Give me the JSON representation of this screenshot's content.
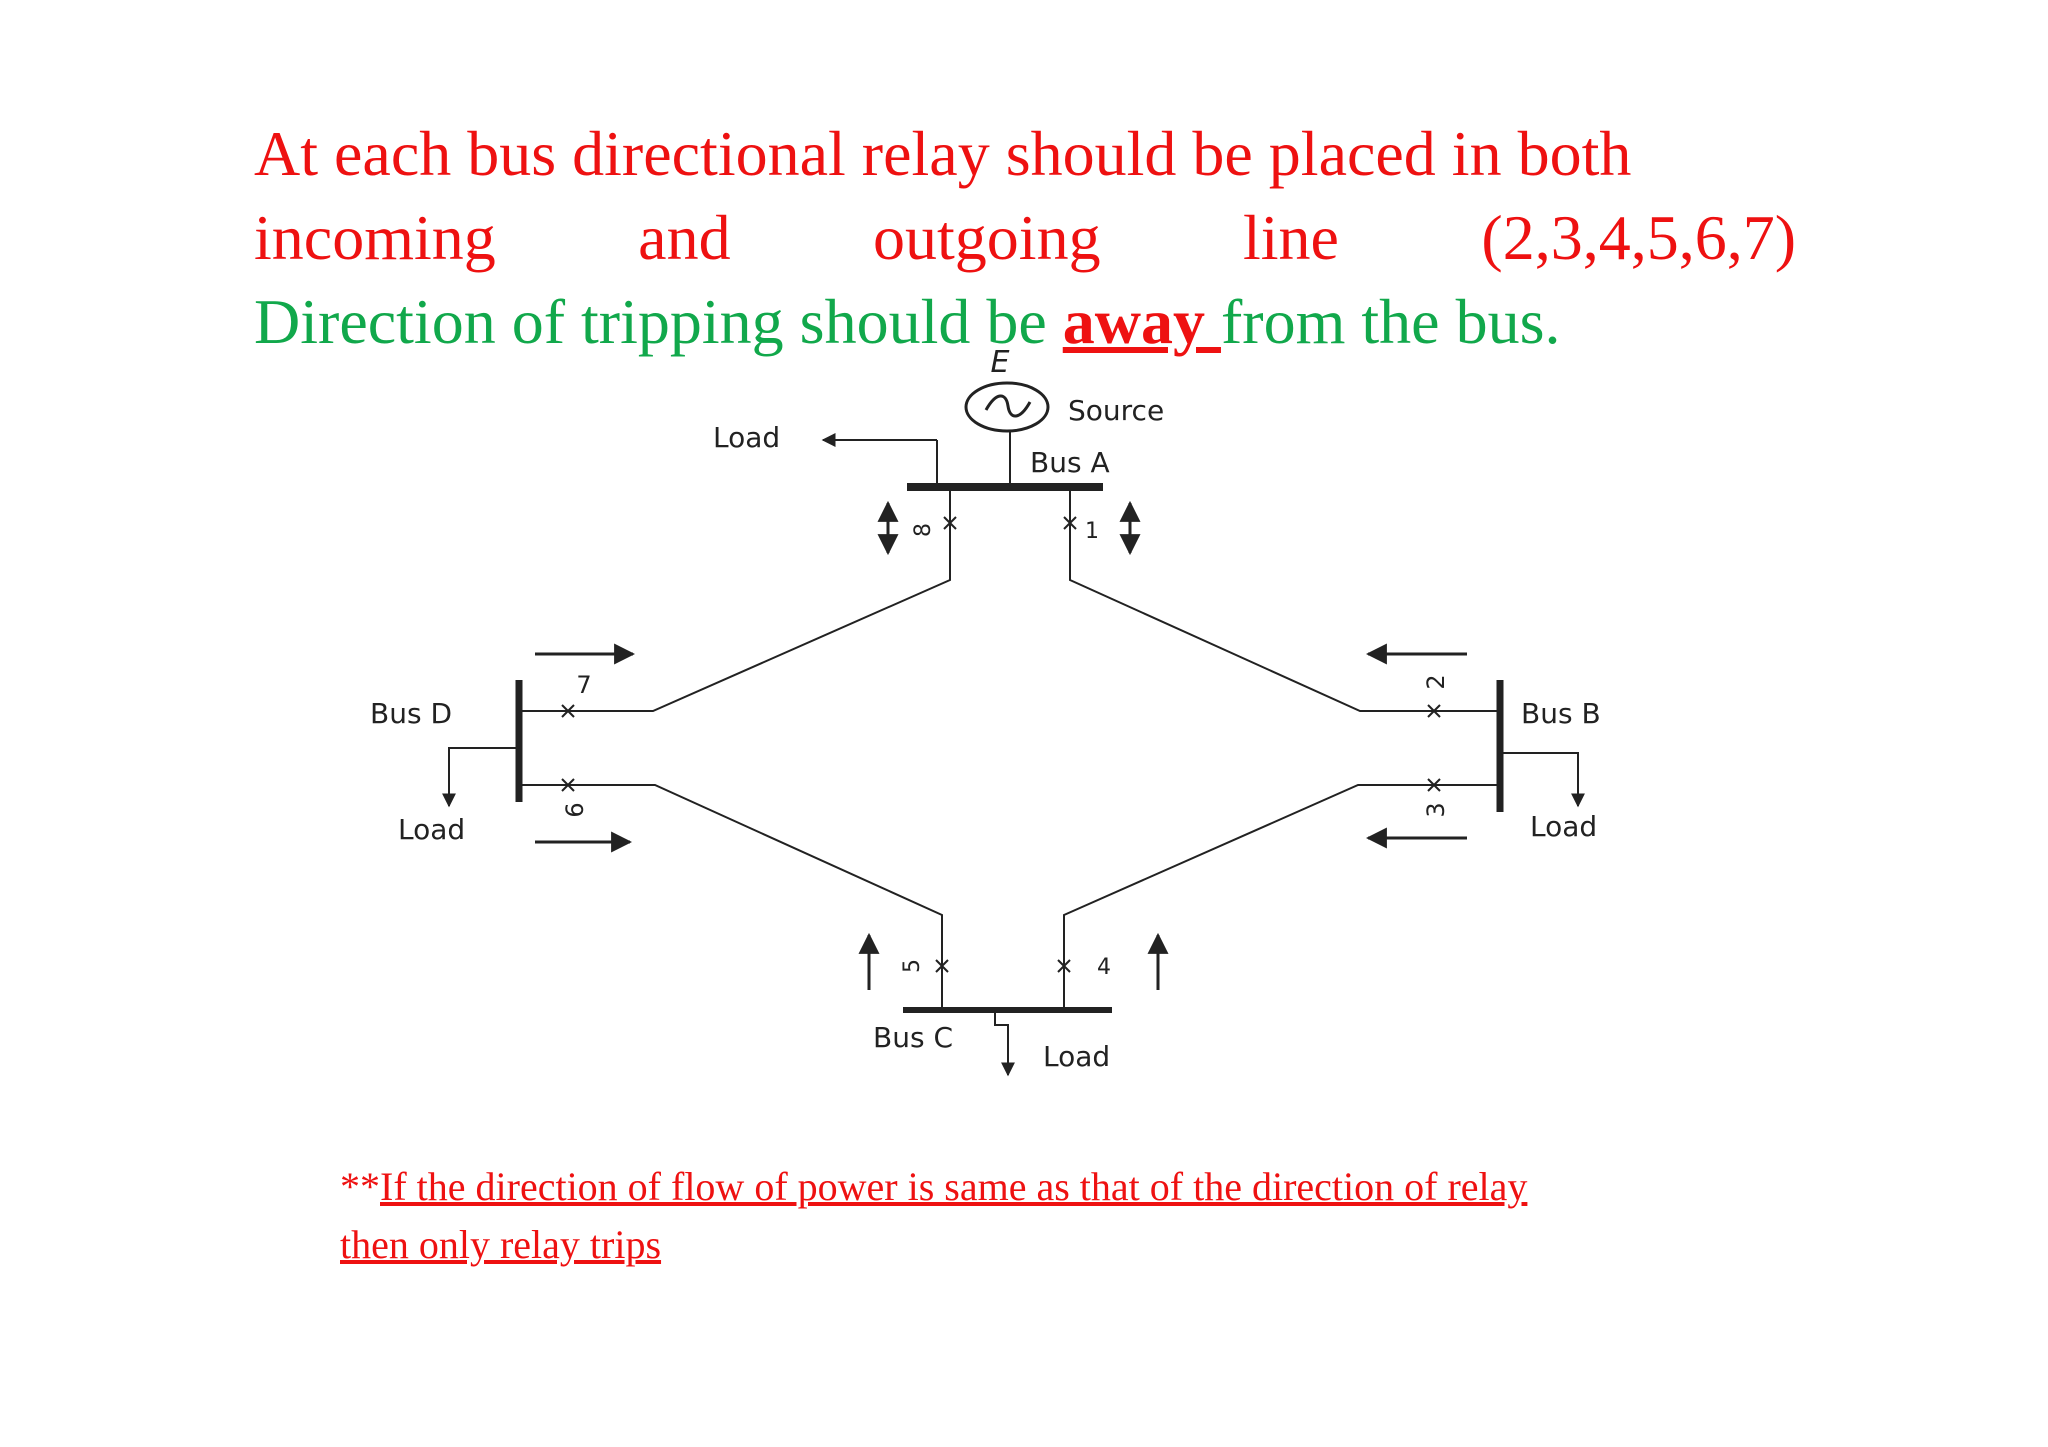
{
  "heading": {
    "line1": "At each bus directional relay should be placed in both",
    "line2_words": [
      "incoming",
      "and",
      "outgoing",
      "line",
      "(2,3,4,5,6,7)"
    ],
    "line3_before": "Direction of tripping should be ",
    "line3_emphasis": "away ",
    "line3_after": "from the bus."
  },
  "diagram": {
    "source_symbol": "E",
    "source_label": "Source",
    "buses": {
      "a": "Bus A",
      "b": "Bus B",
      "c": "Bus C",
      "d": "Bus D"
    },
    "load_label": "Load",
    "relays": [
      "1",
      "2",
      "3",
      "4",
      "5",
      "6",
      "7",
      "8"
    ]
  },
  "note": {
    "prefix": "**",
    "text_line1": "If the direction of flow of power is same as that of the direction of relay",
    "text_line2": "then only relay trips"
  },
  "colors": {
    "red": "#ee1111",
    "green": "#11a84b"
  }
}
